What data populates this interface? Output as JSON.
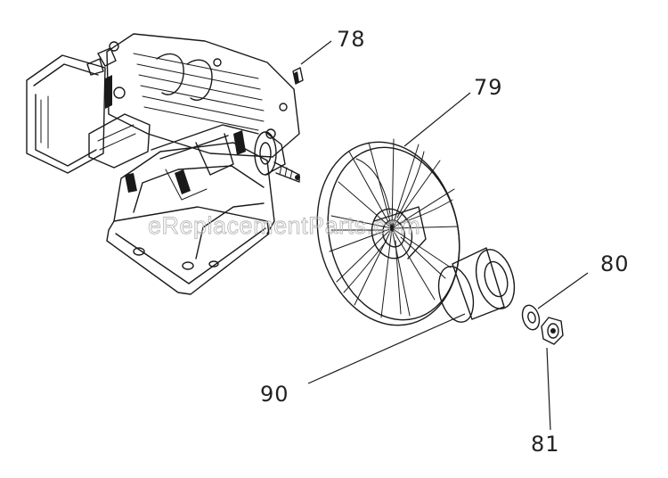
{
  "watermark": "eReplacementParts.com",
  "callouts": [
    {
      "id": "78",
      "label": "78"
    },
    {
      "id": "79",
      "label": "79"
    },
    {
      "id": "80",
      "label": "80"
    },
    {
      "id": "81",
      "label": "81"
    },
    {
      "id": "90",
      "label": "90"
    }
  ]
}
